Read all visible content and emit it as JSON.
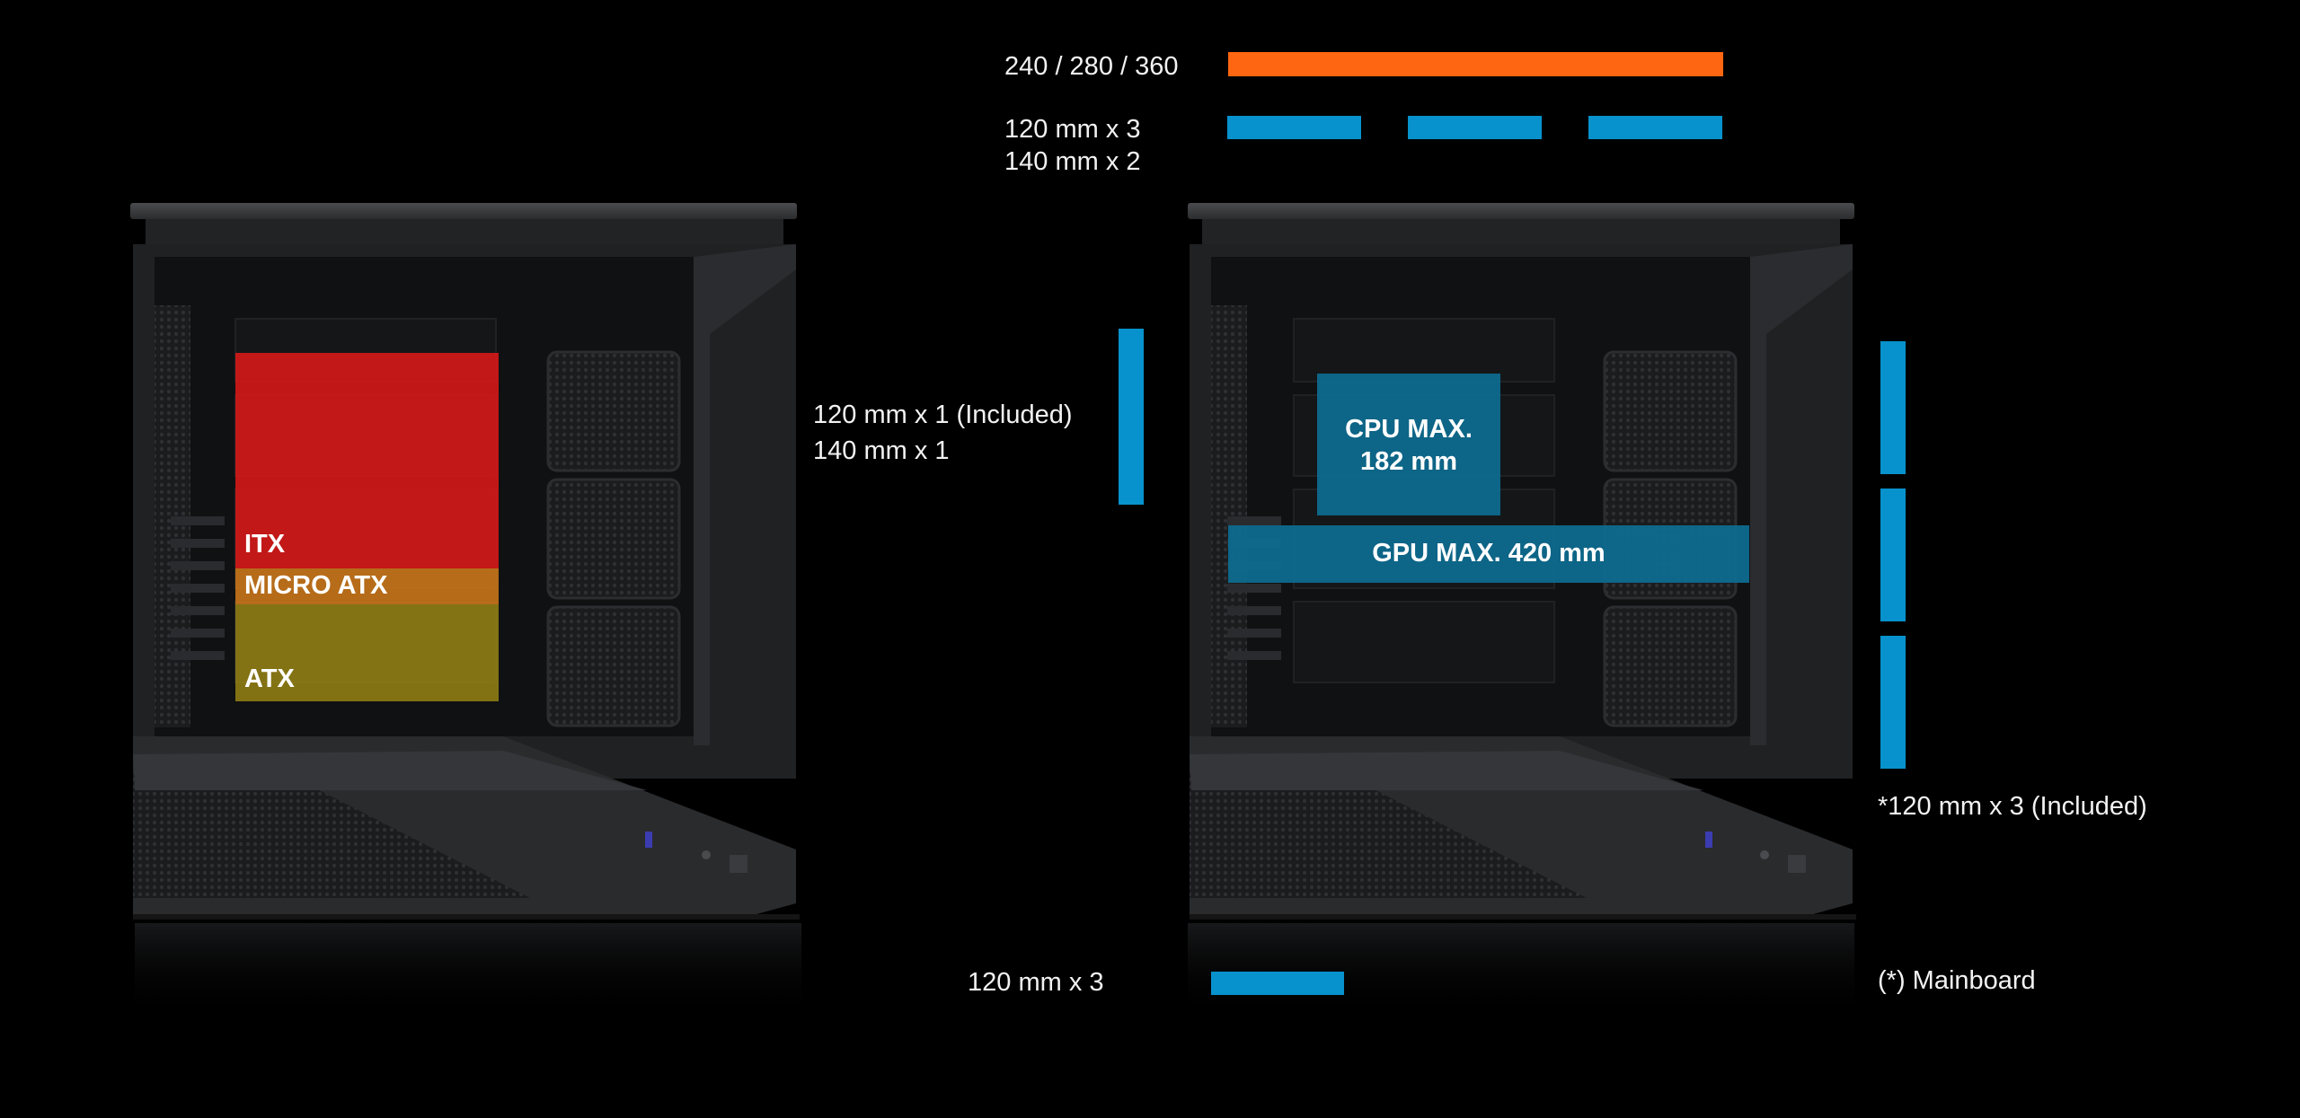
{
  "colors": {
    "background": "#000000",
    "radiator": "#ff6611",
    "fan": "#0792cd",
    "clearance_box": "#0d6c91",
    "itx": "#e01818",
    "micro_atx": "#c8761a",
    "atx": "#9c8714",
    "case_body": "#2a2b2d"
  },
  "top_mount": {
    "radiator_label": "240 / 280 / 360",
    "fan_label_1": "120 mm x 3",
    "fan_label_2": "140 mm x 2"
  },
  "rear_mount": {
    "label_1": "120 mm x 1 (Included)",
    "label_2": "140 mm x 1"
  },
  "side_mount": {
    "label": "*120 mm x 3 (Included)"
  },
  "bottom_mount": {
    "label": "120 mm x 3"
  },
  "footnote": "(*) Mainboard",
  "motherboard": {
    "itx": "ITX",
    "micro_atx": "MICRO ATX",
    "atx": "ATX"
  },
  "clearance": {
    "cpu_line1": "CPU MAX.",
    "cpu_line2": "182 mm",
    "gpu": "GPU MAX. 420 mm"
  }
}
